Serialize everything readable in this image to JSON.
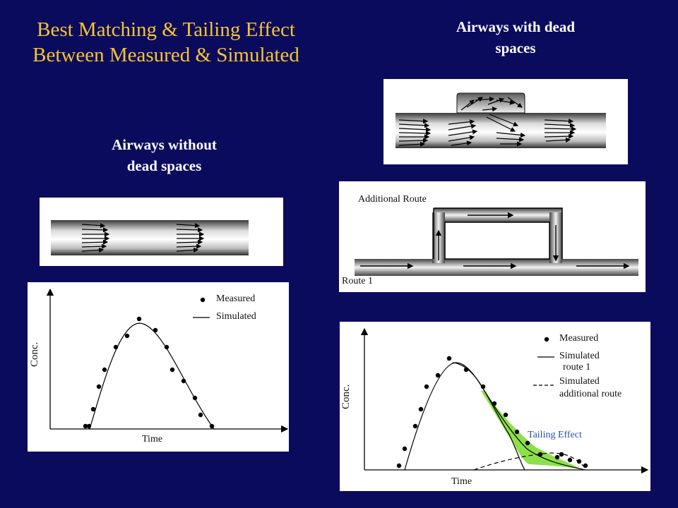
{
  "slide": {
    "title_line1": "Best Matching & Tailing Effect",
    "title_line2": "Between Measured & Simulated",
    "heading_with_line1": "Airways with dead",
    "heading_with_line2": "spaces",
    "heading_without_line1": "Airways without",
    "heading_without_line2": "dead spaces"
  },
  "route_diagram": {
    "additional_route_label": "Additional Route",
    "route1_label": "Route 1"
  },
  "left_chart": {
    "ylabel": "Conc.",
    "xlabel": "Time",
    "legend_measured": "Measured",
    "legend_simulated": "Simulated"
  },
  "right_chart": {
    "ylabel": "Conc.",
    "xlabel": "Time",
    "legend_measured": "Measured",
    "legend_sim_route1_a": "Simulated",
    "legend_sim_route1_b": "route 1",
    "legend_sim_add_a": "Simulated",
    "legend_sim_add_b": "additional route",
    "tailing_label": "Tailing Effect"
  },
  "colors": {
    "background": "#0b0b5e",
    "title": "#f5c431",
    "tailing_fill": "#8ee04a",
    "tailing_label": "#2a4fb0"
  }
}
